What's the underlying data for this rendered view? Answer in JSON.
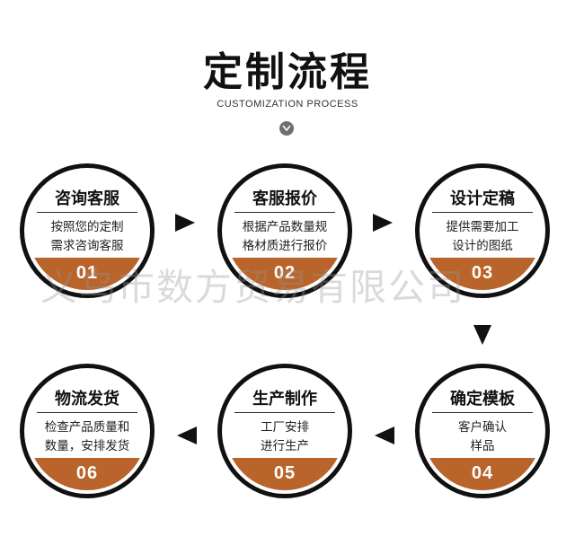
{
  "header": {
    "title": "定制流程",
    "subtitle": "CUSTOMIZATION PROCESS",
    "badge_icon": "chevron-down-icon"
  },
  "steps": [
    {
      "title": "咨询客服",
      "desc": [
        "按照您的定制",
        "需求咨询客服"
      ],
      "num": "01"
    },
    {
      "title": "客服报价",
      "desc": [
        "根据产品数量规",
        "格材质进行报价"
      ],
      "num": "02"
    },
    {
      "title": "设计定稿",
      "desc": [
        "提供需要加工",
        "设计的图纸"
      ],
      "num": "03"
    },
    {
      "title": "确定模板",
      "desc": [
        "客户确认",
        "样品"
      ],
      "num": "04"
    },
    {
      "title": "生产制作",
      "desc": [
        "工厂安排",
        "进行生产"
      ],
      "num": "05"
    },
    {
      "title": "物流发货",
      "desc": [
        "检查产品质量和",
        "数量，安排发货"
      ],
      "num": "06"
    }
  ],
  "watermark": "义乌市数方贸易有限公司",
  "colors": {
    "accent": "#b8642a",
    "ring": "#111111"
  }
}
